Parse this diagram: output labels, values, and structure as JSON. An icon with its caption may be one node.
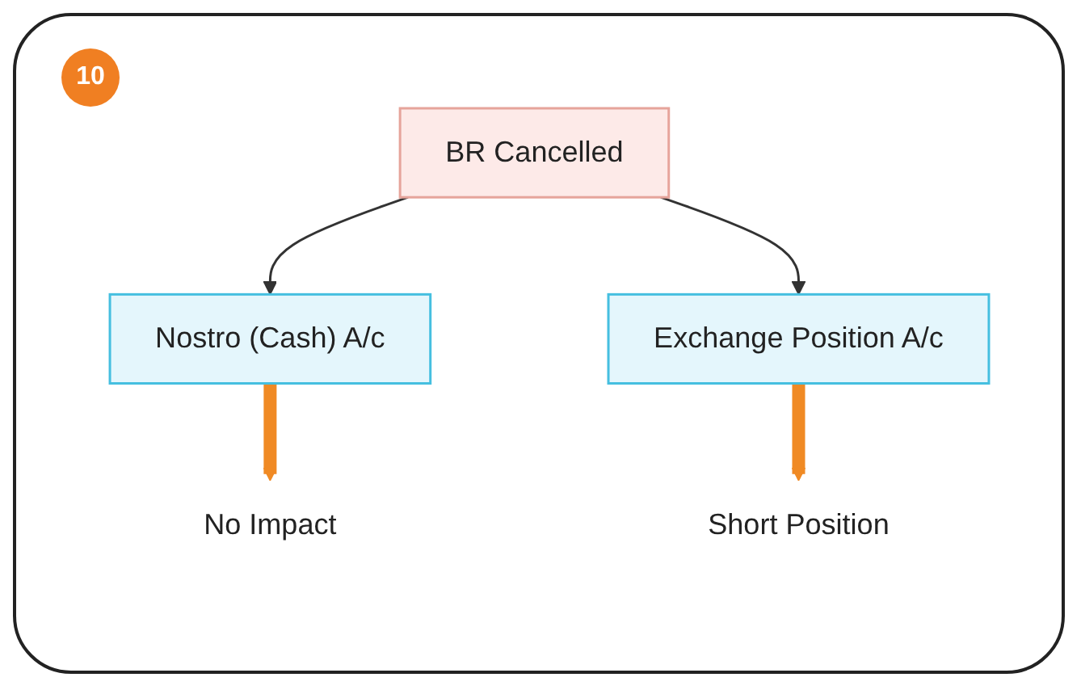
{
  "diagram": {
    "nodes": [
      {
        "text": [
          "BR Cancelled"
        ]
      },
      {
        "text": [
          "Nostro (Cash) A/c"
        ]
      },
      {
        "text": [
          "Exchange Position A/c"
        ]
      },
      {
        "text": [
          "No Impact"
        ]
      },
      {
        "text": [
          "Short Position"
        ]
      }
    ],
    "edges": [
      {
        "from": 0,
        "to": 1,
        "arrow": "to"
      },
      {
        "from": 0,
        "to": 2,
        "arrow": "to"
      },
      {
        "from": 1,
        "to": 3,
        "arrow": "to",
        "style": "thick",
        "color": "#f08a24"
      },
      {
        "from": 2,
        "to": 4,
        "arrow": "to",
        "style": "thick",
        "color": "#f08a24"
      }
    ],
    "labels": [
      "10"
    ]
  }
}
